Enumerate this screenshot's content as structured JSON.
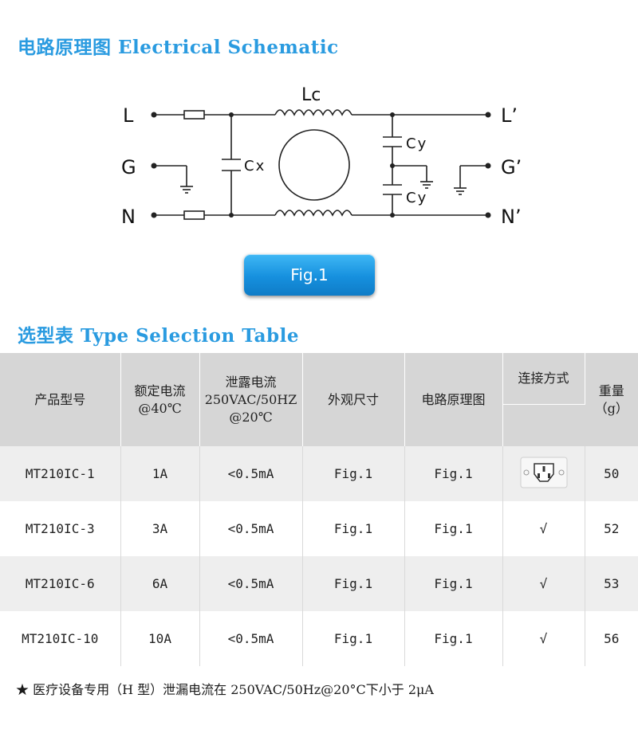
{
  "schematic_title": "电路原理图 Electrical Schematic",
  "schematic": {
    "labels": {
      "L": "L",
      "G": "G",
      "N": "N",
      "L_out": "L’",
      "G_out": "G’",
      "N_out": "N’",
      "Lc": "Lc",
      "Cx": "Cx",
      "Cy_top": "Cy",
      "Cy_bottom": "Cy"
    }
  },
  "fig_button": "Fig.1",
  "table_title": "选型表 Type Selection Table",
  "table": {
    "headers": {
      "model": "产品型号",
      "rated_current_line1": "额定电流",
      "rated_current_line2": "@40℃",
      "leakage_line1": "泄露电流",
      "leakage_line2": "250VAC/50HZ",
      "leakage_line3": "@20℃",
      "dimensions": "外观尺寸",
      "schematic": "电路原理图",
      "connection": "连接方式",
      "weight_line1": "重量",
      "weight_line2": "（g）"
    },
    "rows": [
      {
        "model": "MT210IC-1",
        "current": "1A",
        "leakage": "<0.5mA",
        "dimensions": "Fig.1",
        "schematic": "Fig.1",
        "connection": "",
        "weight": "50"
      },
      {
        "model": "MT210IC-3",
        "current": "3A",
        "leakage": "<0.5mA",
        "dimensions": "Fig.1",
        "schematic": "Fig.1",
        "connection": "√",
        "weight": "52"
      },
      {
        "model": "MT210IC-6",
        "current": "6A",
        "leakage": "<0.5mA",
        "dimensions": "Fig.1",
        "schematic": "Fig.1",
        "connection": "√",
        "weight": "53"
      },
      {
        "model": "MT210IC-10",
        "current": "10A",
        "leakage": "<0.5mA",
        "dimensions": "Fig.1",
        "schematic": "Fig.1",
        "connection": "√",
        "weight": "56"
      }
    ]
  },
  "footnote": "★ 医疗设备专用（H 型）泄漏电流在 250VAC/50Hz@20°C下小于 2μA"
}
